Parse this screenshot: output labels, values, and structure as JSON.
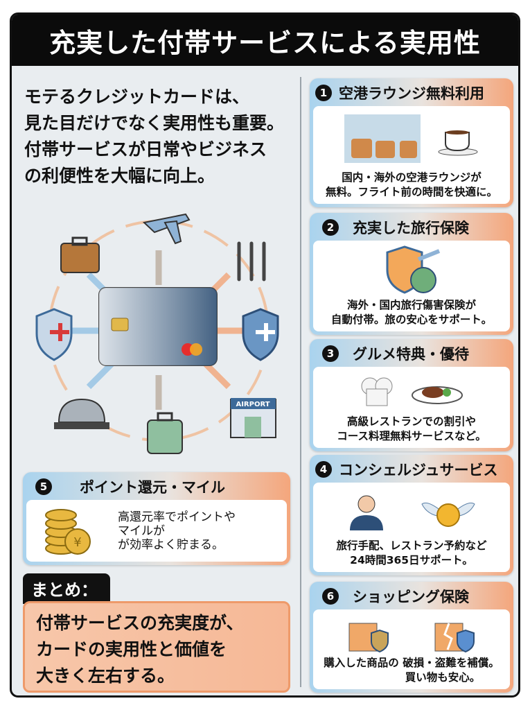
{
  "title": "充実した付帯サービスによる実用性",
  "intro": [
    "モテるクレジットカードは、",
    "見た目だけでなく実用性も重要。",
    "付帯サービスが日常やビジネス",
    "の利便性を大幅に向上。"
  ],
  "diagram": {
    "airport_sign": "AIRPORT",
    "icons": [
      "airplane-icon",
      "cutlery-icon",
      "shield-plus-icon",
      "airport-building-icon",
      "suitcase-icon",
      "service-bell-icon",
      "shield-plus-icon",
      "luggage-icon",
      "credit-card-icon"
    ]
  },
  "cards": [
    {
      "num": "1",
      "title": "空港ラウンジ無料利用",
      "desc": [
        "国内・海外の空港ラウンジが",
        "無料。フライト前の時間を快適に。"
      ]
    },
    {
      "num": "2",
      "title": "充実した旅行保険",
      "desc": [
        "海外・国内旅行傷害保険が",
        "自動付帯。旅の安心をサポート。"
      ]
    },
    {
      "num": "3",
      "title": "グルメ特典・優待",
      "desc": [
        "高級レストランでの割引や",
        "コース料理無料サービスなど。"
      ]
    },
    {
      "num": "4",
      "title": "コンシェルジュサービス",
      "desc": [
        "旅行手配、レストラン予約など",
        "24時間365日サポート。"
      ]
    },
    {
      "num": "5",
      "title": "ポイント還元・マイル",
      "desc": [
        "高還元率でポイントや",
        "マイルが",
        "が効率よく貯まる。"
      ]
    },
    {
      "num": "6",
      "title": "ショッピング保険",
      "desc": [
        "購入した商品の 破損・盗難を補償。",
        "買い物も安心。"
      ]
    }
  ],
  "summary": {
    "label": "まとめ：",
    "lines": [
      "付帯サービスの充実度が、",
      "カードの実用性と価値を",
      "大きく左右する。"
    ]
  },
  "colors": {
    "header": "#0b0b0b",
    "card_left": "#a9d3ee",
    "card_right": "#f4a67c",
    "summary_bg": "#f6b896"
  }
}
